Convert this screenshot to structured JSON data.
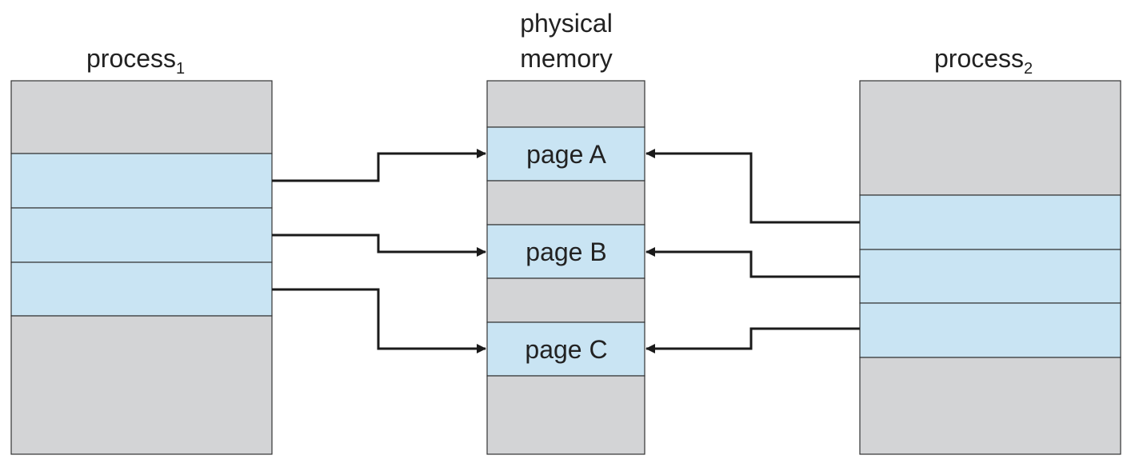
{
  "labels": {
    "process1": {
      "name": "process",
      "sub": "1"
    },
    "memory": {
      "line1": "physical",
      "line2": "memory"
    },
    "process2": {
      "name": "process",
      "sub": "2"
    }
  },
  "pages": {
    "a": "page A",
    "b": "page B",
    "c": "page C"
  },
  "colors": {
    "free_block": "#d3d4d6",
    "page_block": "#c9e4f3",
    "border": "#333333",
    "arrow": "#1a1a1a"
  }
}
